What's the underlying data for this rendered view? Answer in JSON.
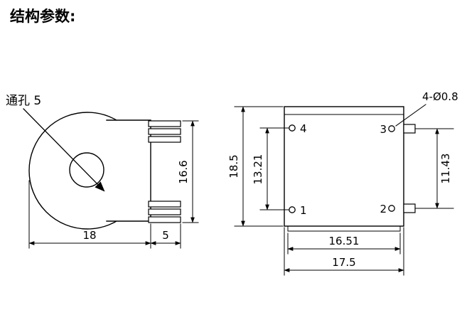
{
  "title": "结构参数:",
  "side_view": {
    "hole_label": "通孔 5",
    "dims": {
      "body_width": "18",
      "pin_block_width": "5",
      "pin_span_height": "16.6"
    }
  },
  "bottom_view": {
    "pin_hole_callout": "4-Ø0.8",
    "pins": [
      "1",
      "2",
      "3",
      "4"
    ],
    "dims": {
      "body_height": "18.5",
      "pin_row_left": "13.21",
      "pin_row_right": "11.43",
      "flange_width": "16.51",
      "body_width": "17.5"
    }
  }
}
